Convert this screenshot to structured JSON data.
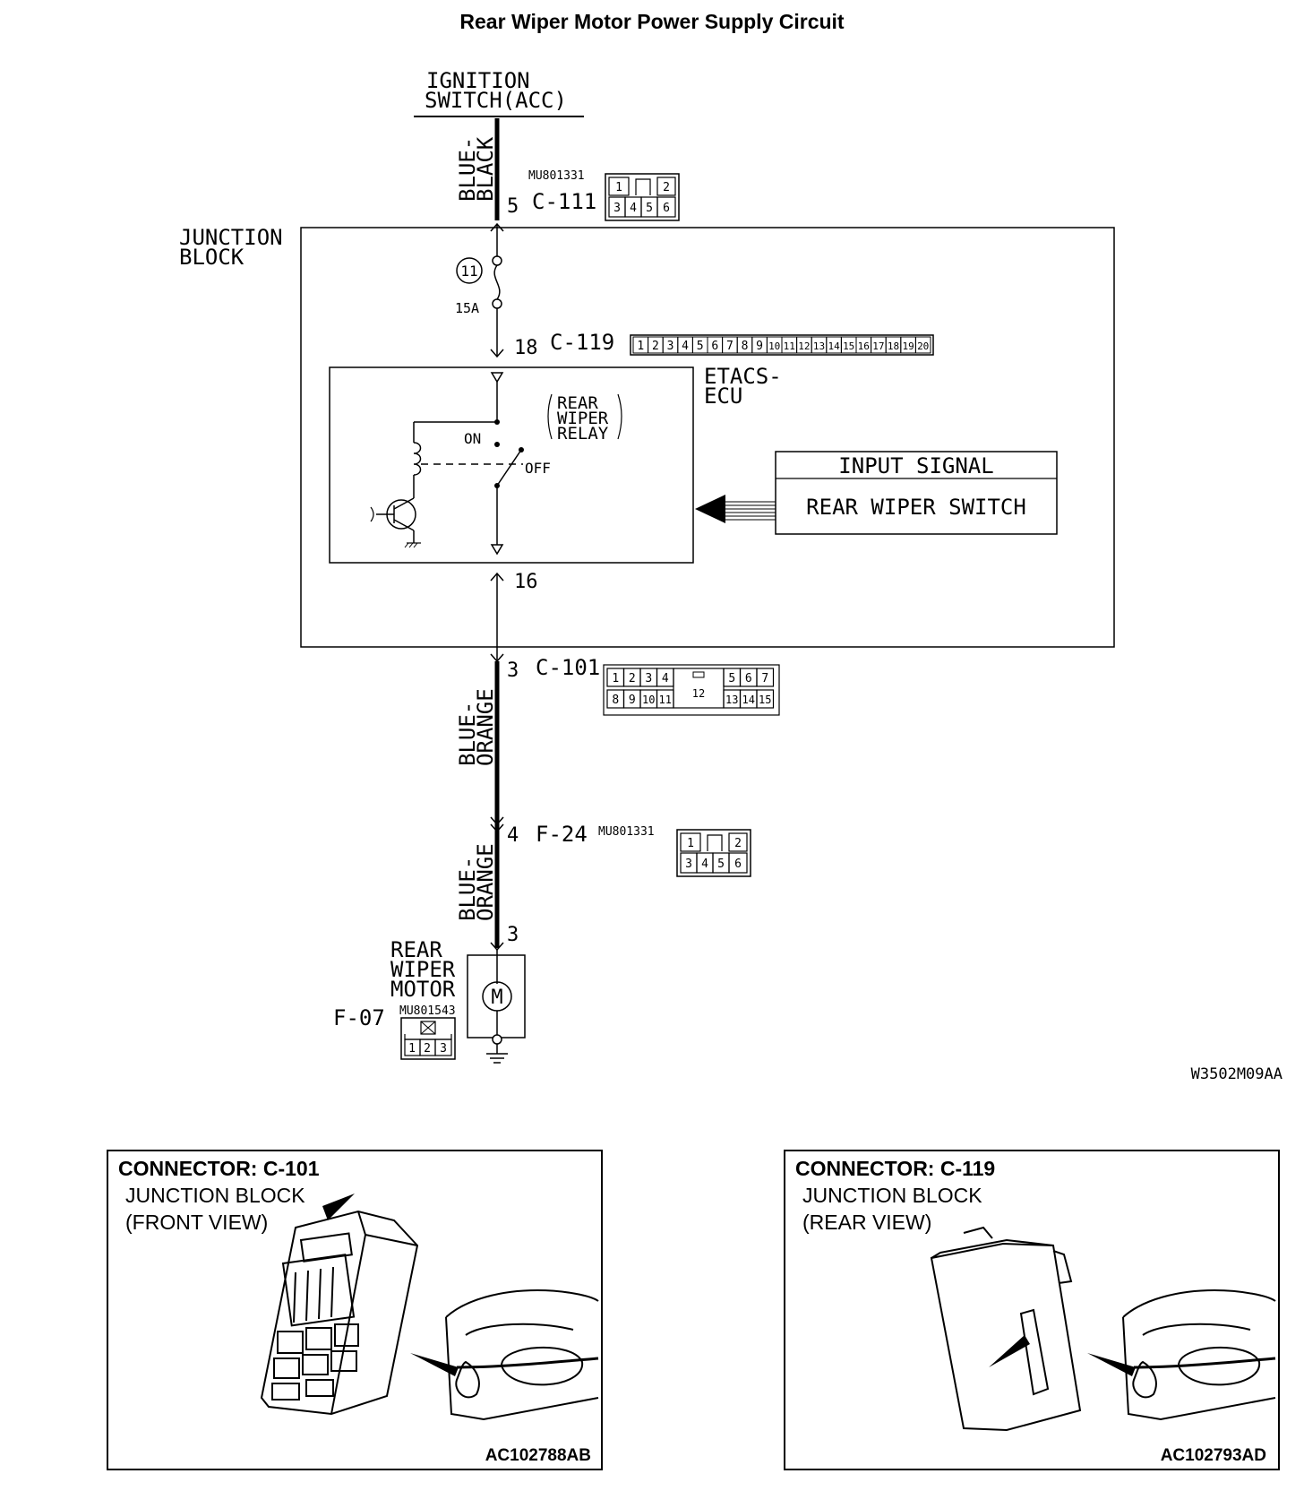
{
  "title": "Rear Wiper Motor Power Supply Circuit",
  "ignition_switch": {
    "line1": "IGNITION",
    "line2": "SWITCH(ACC)"
  },
  "wires": {
    "top": {
      "line1": "BLUE-",
      "line2": "BLACK"
    },
    "middle": {
      "line1": "BLUE-",
      "line2": "ORANGE"
    },
    "bottom": {
      "line1": "BLUE-",
      "line2": "ORANGE"
    }
  },
  "connector_c111": {
    "part": "MU801331",
    "pin": "5",
    "name": "C-111",
    "pins_top": [
      "1",
      "2"
    ],
    "pins_bottom": [
      "3",
      "4",
      "5",
      "6"
    ]
  },
  "junction_block": {
    "line1": "JUNCTION",
    "line2": "BLOCK"
  },
  "fuse": {
    "number": "11",
    "rating": "15A"
  },
  "connector_c119": {
    "pin": "18",
    "name": "C-119",
    "pins": [
      "1",
      "2",
      "3",
      "4",
      "5",
      "6",
      "7",
      "8",
      "9",
      "10",
      "11",
      "12",
      "13",
      "14",
      "15",
      "16",
      "17",
      "18",
      "19",
      "20"
    ]
  },
  "ecu": {
    "line1": "ETACS-",
    "line2": "ECU"
  },
  "relay": {
    "line1": "REAR",
    "line2": "WIPER",
    "line3": "RELAY",
    "on": "ON",
    "off": "OFF"
  },
  "input_signal": {
    "header": "INPUT SIGNAL",
    "body": "REAR WIPER SWITCH"
  },
  "pin16": "16",
  "connector_c101": {
    "pin": "3",
    "name": "C-101",
    "pins_top": [
      "1",
      "2",
      "3",
      "4",
      "5",
      "6",
      "7"
    ],
    "center": "12",
    "pins_bottom": [
      "8",
      "9",
      "10",
      "11",
      "13",
      "14",
      "15"
    ]
  },
  "connector_f24": {
    "pin": "4",
    "name": "F-24",
    "part": "MU801331",
    "pins_top": [
      "1",
      "2"
    ],
    "pins_bottom": [
      "3",
      "4",
      "5",
      "6"
    ]
  },
  "motor": {
    "pin": "3",
    "line1": "REAR",
    "line2": "WIPER",
    "line3": "MOTOR",
    "symbol": "M"
  },
  "connector_f07": {
    "name": "F-07",
    "part": "MU801543",
    "pins": [
      "1",
      "2",
      "3"
    ]
  },
  "diagram_code": "W3502M09AA",
  "panel_left": {
    "connector": "CONNECTOR: C-101",
    "line1": "JUNCTION BLOCK",
    "line2": "(FRONT VIEW)",
    "code": "AC102788AB"
  },
  "panel_right": {
    "connector": "CONNECTOR: C-119",
    "line1": "JUNCTION BLOCK",
    "line2": "(REAR VIEW)",
    "code": "AC102793AD"
  }
}
